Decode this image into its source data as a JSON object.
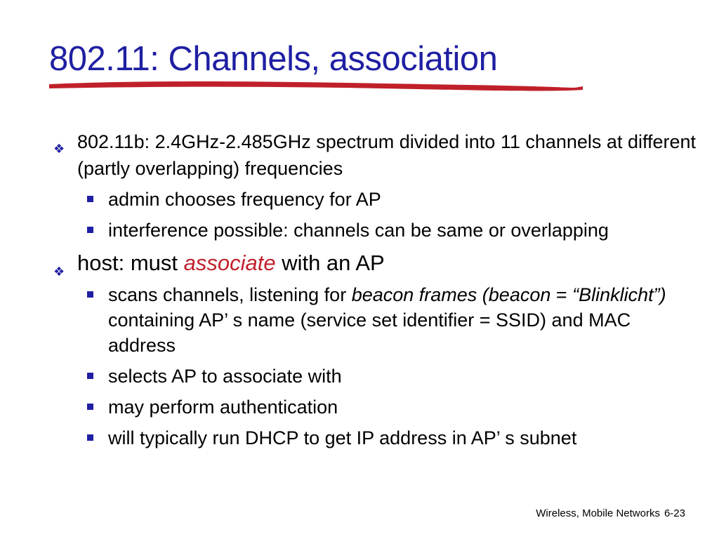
{
  "title": "802.11: Channels, association",
  "colors": {
    "title": "#1f1fa3",
    "underline": "#c0202a",
    "accent": "#c0202a",
    "bullet": "#1f1fa3"
  },
  "icons": {
    "level1_bullet": "diamond-quad-bullet-icon",
    "level2_bullet": "square-bullet-icon"
  },
  "bullets": [
    {
      "text": "802.11b: 2.4GHz-2.485GHz spectrum divided into 11 channels at different (partly overlapping) frequencies",
      "sub": [
        "admin chooses frequency for AP",
        "interference possible: channels can be same or overlapping"
      ]
    },
    {
      "prefix": "host: must ",
      "emphasis": "associate",
      "suffix": " with an AP",
      "sub": [
        {
          "t1": "scans channels, listening for ",
          "i1": "beacon frames (beacon",
          "t2": " = ",
          "i2": "“Blinklicht”)",
          "t3": " containing AP’ s name (service set identifier = SSID) and MAC address"
        },
        "selects AP to associate with",
        "may perform authentication",
        "will typically run DHCP to get IP address in AP’ s subnet"
      ]
    }
  ],
  "footer": {
    "label": "Wireless, Mobile Networks",
    "page": "6-23"
  }
}
